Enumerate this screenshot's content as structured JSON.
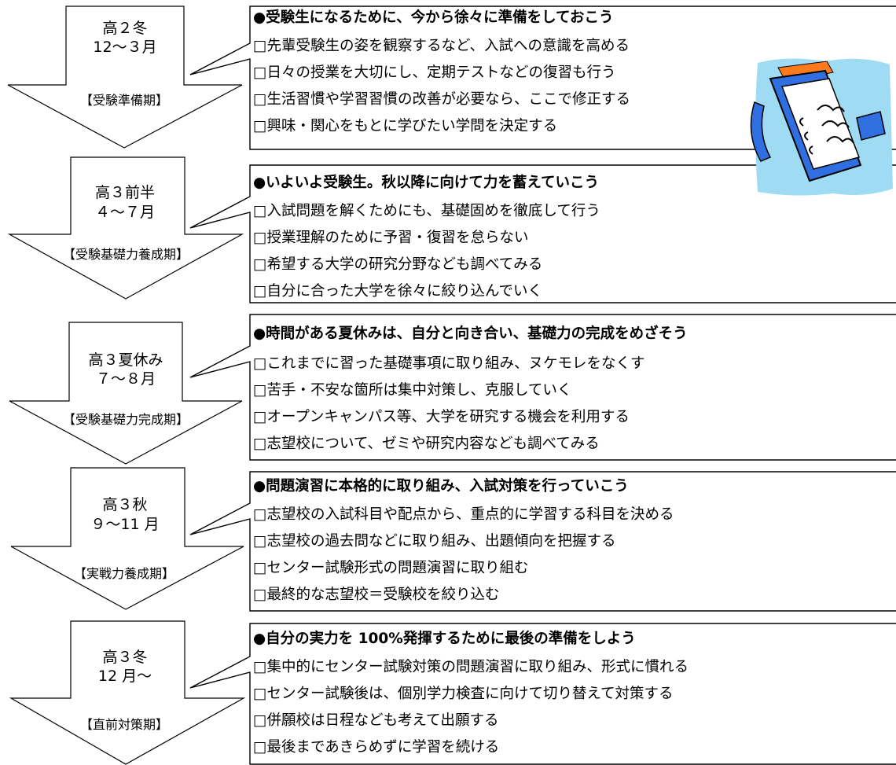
{
  "stages": [
    {
      "name": "高２冬",
      "months": "12～３月",
      "period": "【受験準備期】",
      "heading": "●受験生になるために、今から徐々に準備をしておこう",
      "items": [
        "□先輩受験生の姿を観察するなど、入試への意識を高める",
        "□日々の授業を大切にし、定期テストなどの復習も行う",
        "□生活習慣や学習習慣の改善が必要なら、ここで修正する",
        "□興味・関心をもとに学びたい学問を決定する"
      ]
    },
    {
      "name": "高３前半",
      "months": "４～７月",
      "period": "【受験基礎力養成期】",
      "heading": "●いよいよ受験生。秋以降に向けて力を蓄えていこう",
      "items": [
        "□入試問題を解くためにも、基礎固めを徹底して行う",
        "□授業理解のために予習・復習を怠らない",
        "□希望する大学の研究分野なども調べてみる",
        "□自分に合った大学を徐々に絞り込んでいく"
      ]
    },
    {
      "name": "高３夏休み",
      "months": "７～８月",
      "period": "【受験基礎力完成期】",
      "heading": "●時間がある夏休みは、自分と向き合い、基礎力の完成をめざそう",
      "items": [
        "□これまでに習った基礎事項に取り組み、ヌケモレをなくす",
        "□苦手・不安な箇所は集中対策し、克服していく",
        "□オープンキャンパス等、大学を研究する機会を利用する",
        "□志望校について、ゼミや研究内容なども調べてみる"
      ]
    },
    {
      "name": "高３秋",
      "months": "９～11 月",
      "period": "【実戦力養成期】",
      "heading": "●問題演習に本格的に取り組み、入試対策を行っていこう",
      "items": [
        "□志望校の入試科目や配点から、重点的に学習する科目を決める",
        "□志望校の過去問などに取り組み、出題傾向を把握する",
        "□センター試験形式の問題演習に取り組む",
        "□最終的な志望校＝受験校を絞り込む"
      ]
    },
    {
      "name": "高３冬",
      "months": "12 月～",
      "period": "【直前対策期】",
      "heading": "●自分の実力を 100%発揮するために最後の準備をしよう",
      "items": [
        "□集中的にセンター試験対策の問題演習に取り組み、形式に慣れる",
        "□センター試験後は、個別学力検査に向けて切り替えて対策する",
        "□併願校は日程なども考えて出願する",
        "□最後まであきらめずに学習を続ける"
      ]
    }
  ],
  "illustration": {
    "icon": "notebook-icon",
    "colors": {
      "background": "#9fdcf3",
      "cover": "#2f6fe0",
      "tab": "#ff7a1a"
    }
  }
}
